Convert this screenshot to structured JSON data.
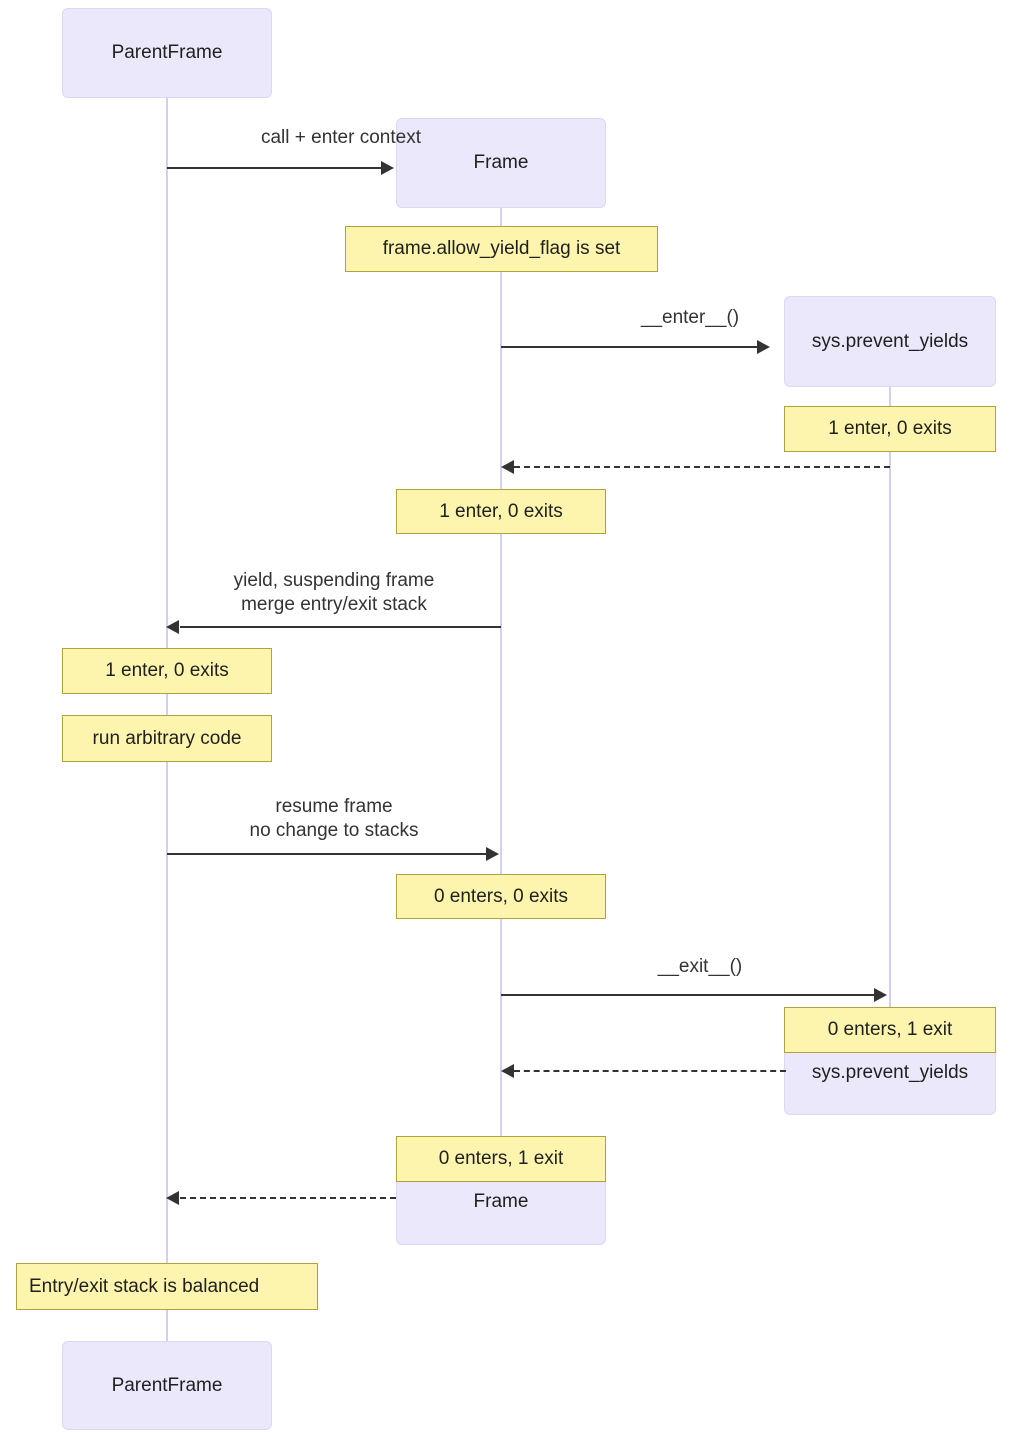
{
  "diagram": {
    "type": "sequence-diagram",
    "title": "",
    "colors": {
      "actor_fill": "#ebe8fb",
      "actor_border": "#ddd6f6",
      "note_fill": "#fdf5ad",
      "note_border": "#b0a338",
      "lifeline": "#d4cef0",
      "arrow": "#333333",
      "background": "#ffffff"
    },
    "participants": [
      {
        "id": "parent",
        "label": "ParentFrame"
      },
      {
        "id": "frame",
        "label": "Frame"
      },
      {
        "id": "sys",
        "label": "sys.prevent_yields"
      }
    ],
    "actors": {
      "parent_top": "ParentFrame",
      "frame_top": "Frame",
      "sys_top": "sys.prevent_yields",
      "sys_bottom": "sys.prevent_yields",
      "frame_bottom": "Frame",
      "parent_bottom": "ParentFrame"
    },
    "messages": {
      "call_enter_context": "call + enter context",
      "enter_call": "__enter__()",
      "yield_suspend": "yield, suspending frame\nmerge entry/exit stack",
      "resume_frame": "resume frame\nno change to stacks",
      "exit_call": "__exit__()"
    },
    "notes": {
      "allow_yield_flag": "frame.allow_yield_flag is set",
      "sys_enter_state": "1 enter, 0 exits",
      "frame_enter_state": "1 enter, 0 exits",
      "parent_enter_state": "1 enter, 0 exits",
      "run_arbitrary_code": "run arbitrary code",
      "frame_zero_state": "0 enters, 0 exits",
      "sys_exit_state": "0 enters, 1 exit",
      "frame_exit_state": "0 enters, 1 exit",
      "balanced": "Entry/exit stack is balanced"
    }
  }
}
